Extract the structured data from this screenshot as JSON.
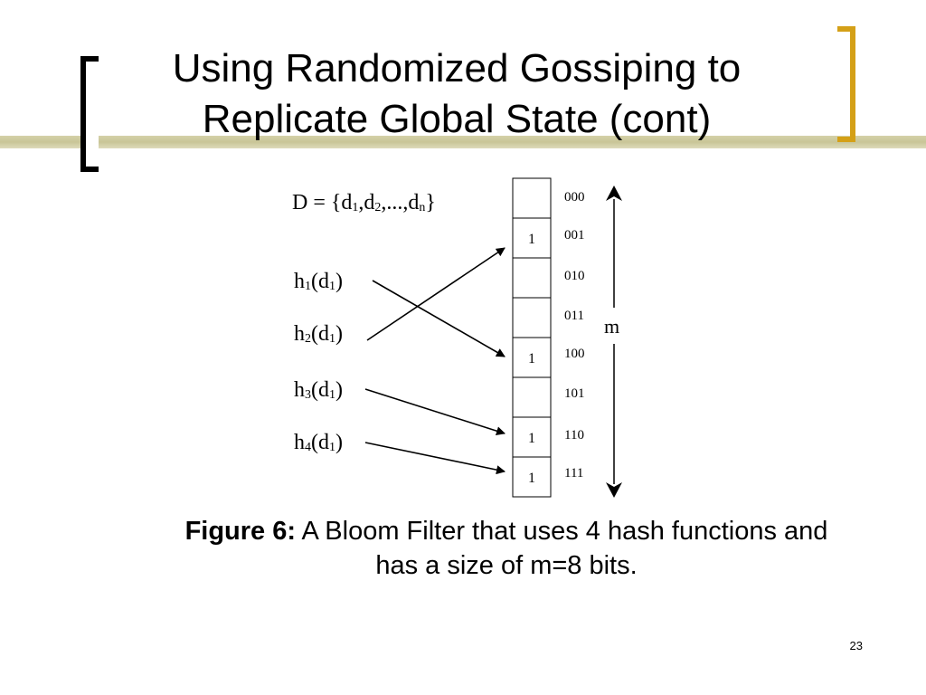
{
  "slide": {
    "title_line1": "Using Randomized Gossiping to",
    "title_line2": "Replicate Global State (cont)",
    "page_number": "23",
    "accent_color": "#c9c597",
    "bracket_color": "#d4a017"
  },
  "diagram": {
    "set_label_prefix": "D = {d",
    "set_sub1": "1",
    "set_sep1": ",d",
    "set_sub2": "2",
    "set_mid": ",...,d",
    "set_subn": "n",
    "set_close": "}",
    "hashes": [
      {
        "h": "h",
        "h_sub": "1",
        "arg": "(d",
        "arg_sub": "1",
        "close": ")",
        "target": "100"
      },
      {
        "h": "h",
        "h_sub": "2",
        "arg": "(d",
        "arg_sub": "1",
        "close": ")",
        "target": "001"
      },
      {
        "h": "h",
        "h_sub": "3",
        "arg": "(d",
        "arg_sub": "1",
        "close": ")",
        "target": "110"
      },
      {
        "h": "h",
        "h_sub": "4",
        "arg": "(d",
        "arg_sub": "1",
        "close": ")",
        "target": "111"
      }
    ],
    "cells": [
      {
        "addr": "000",
        "value": ""
      },
      {
        "addr": "001",
        "value": "1"
      },
      {
        "addr": "010",
        "value": ""
      },
      {
        "addr": "011",
        "value": ""
      },
      {
        "addr": "100",
        "value": "1"
      },
      {
        "addr": "101",
        "value": ""
      },
      {
        "addr": "110",
        "value": "1"
      },
      {
        "addr": "111",
        "value": "1"
      }
    ],
    "size_label": "m"
  },
  "caption": {
    "lead": "Figure 6:",
    "line1_rest": " A Bloom Filter that uses 4 hash functions and",
    "line2": "has a size of m=8 bits."
  }
}
